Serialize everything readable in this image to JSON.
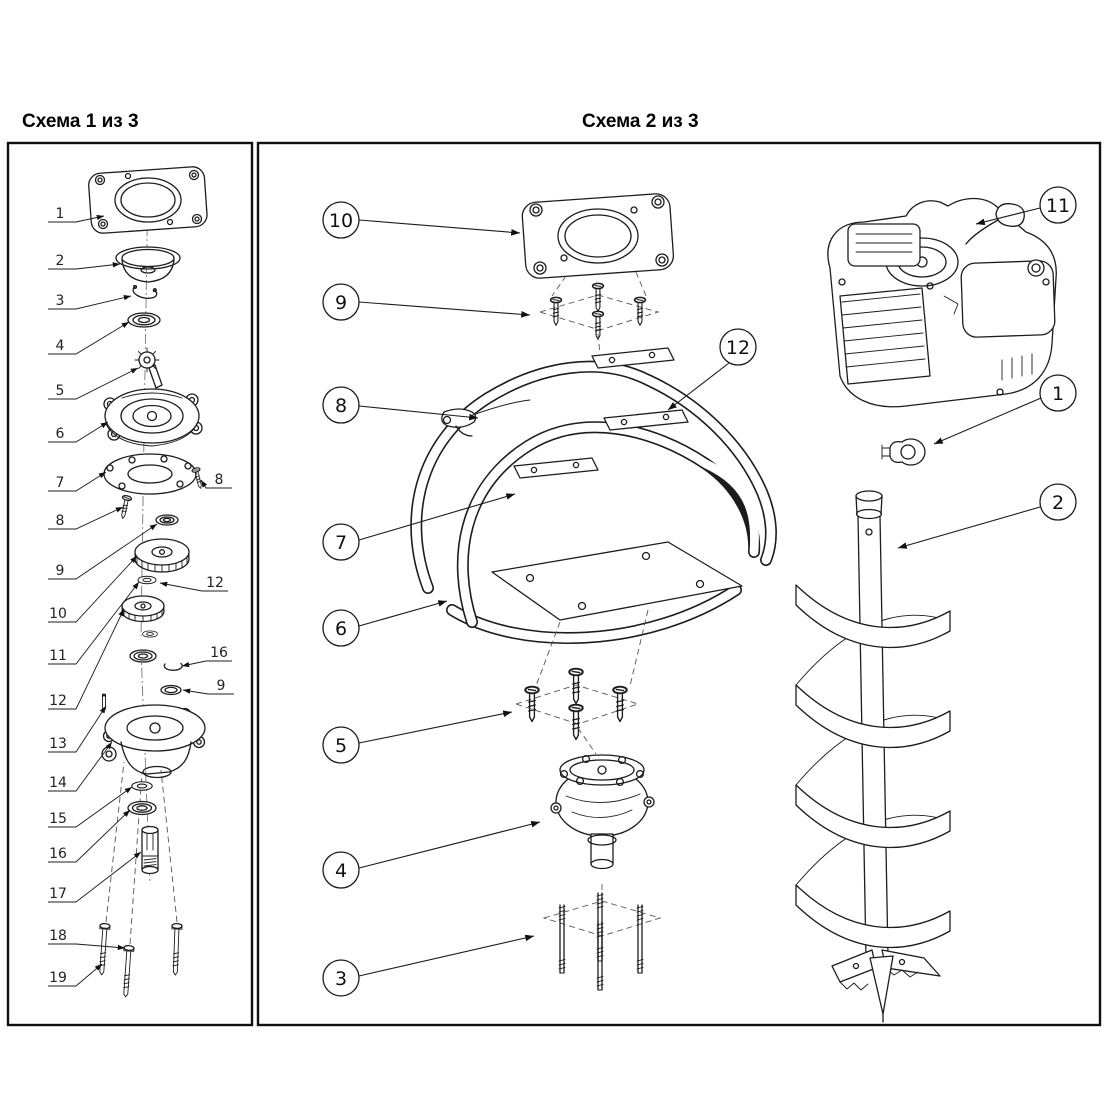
{
  "panel1": {
    "title": "Схема 1 из 3",
    "left_labels": [
      "1",
      "2",
      "3",
      "4",
      "5",
      "6",
      "7",
      "8",
      "9",
      "10",
      "11",
      "12",
      "13",
      "14",
      "15",
      "16",
      "17",
      "18",
      "19"
    ],
    "right_labels": [
      "8",
      "12",
      "16",
      "9"
    ]
  },
  "panel2": {
    "title": "Схема 2 из 3",
    "callouts_left": [
      "10",
      "9",
      "8",
      "7",
      "6",
      "5",
      "4",
      "3"
    ],
    "callout_middle": "12",
    "callouts_right": [
      "11",
      "1",
      "2"
    ]
  }
}
